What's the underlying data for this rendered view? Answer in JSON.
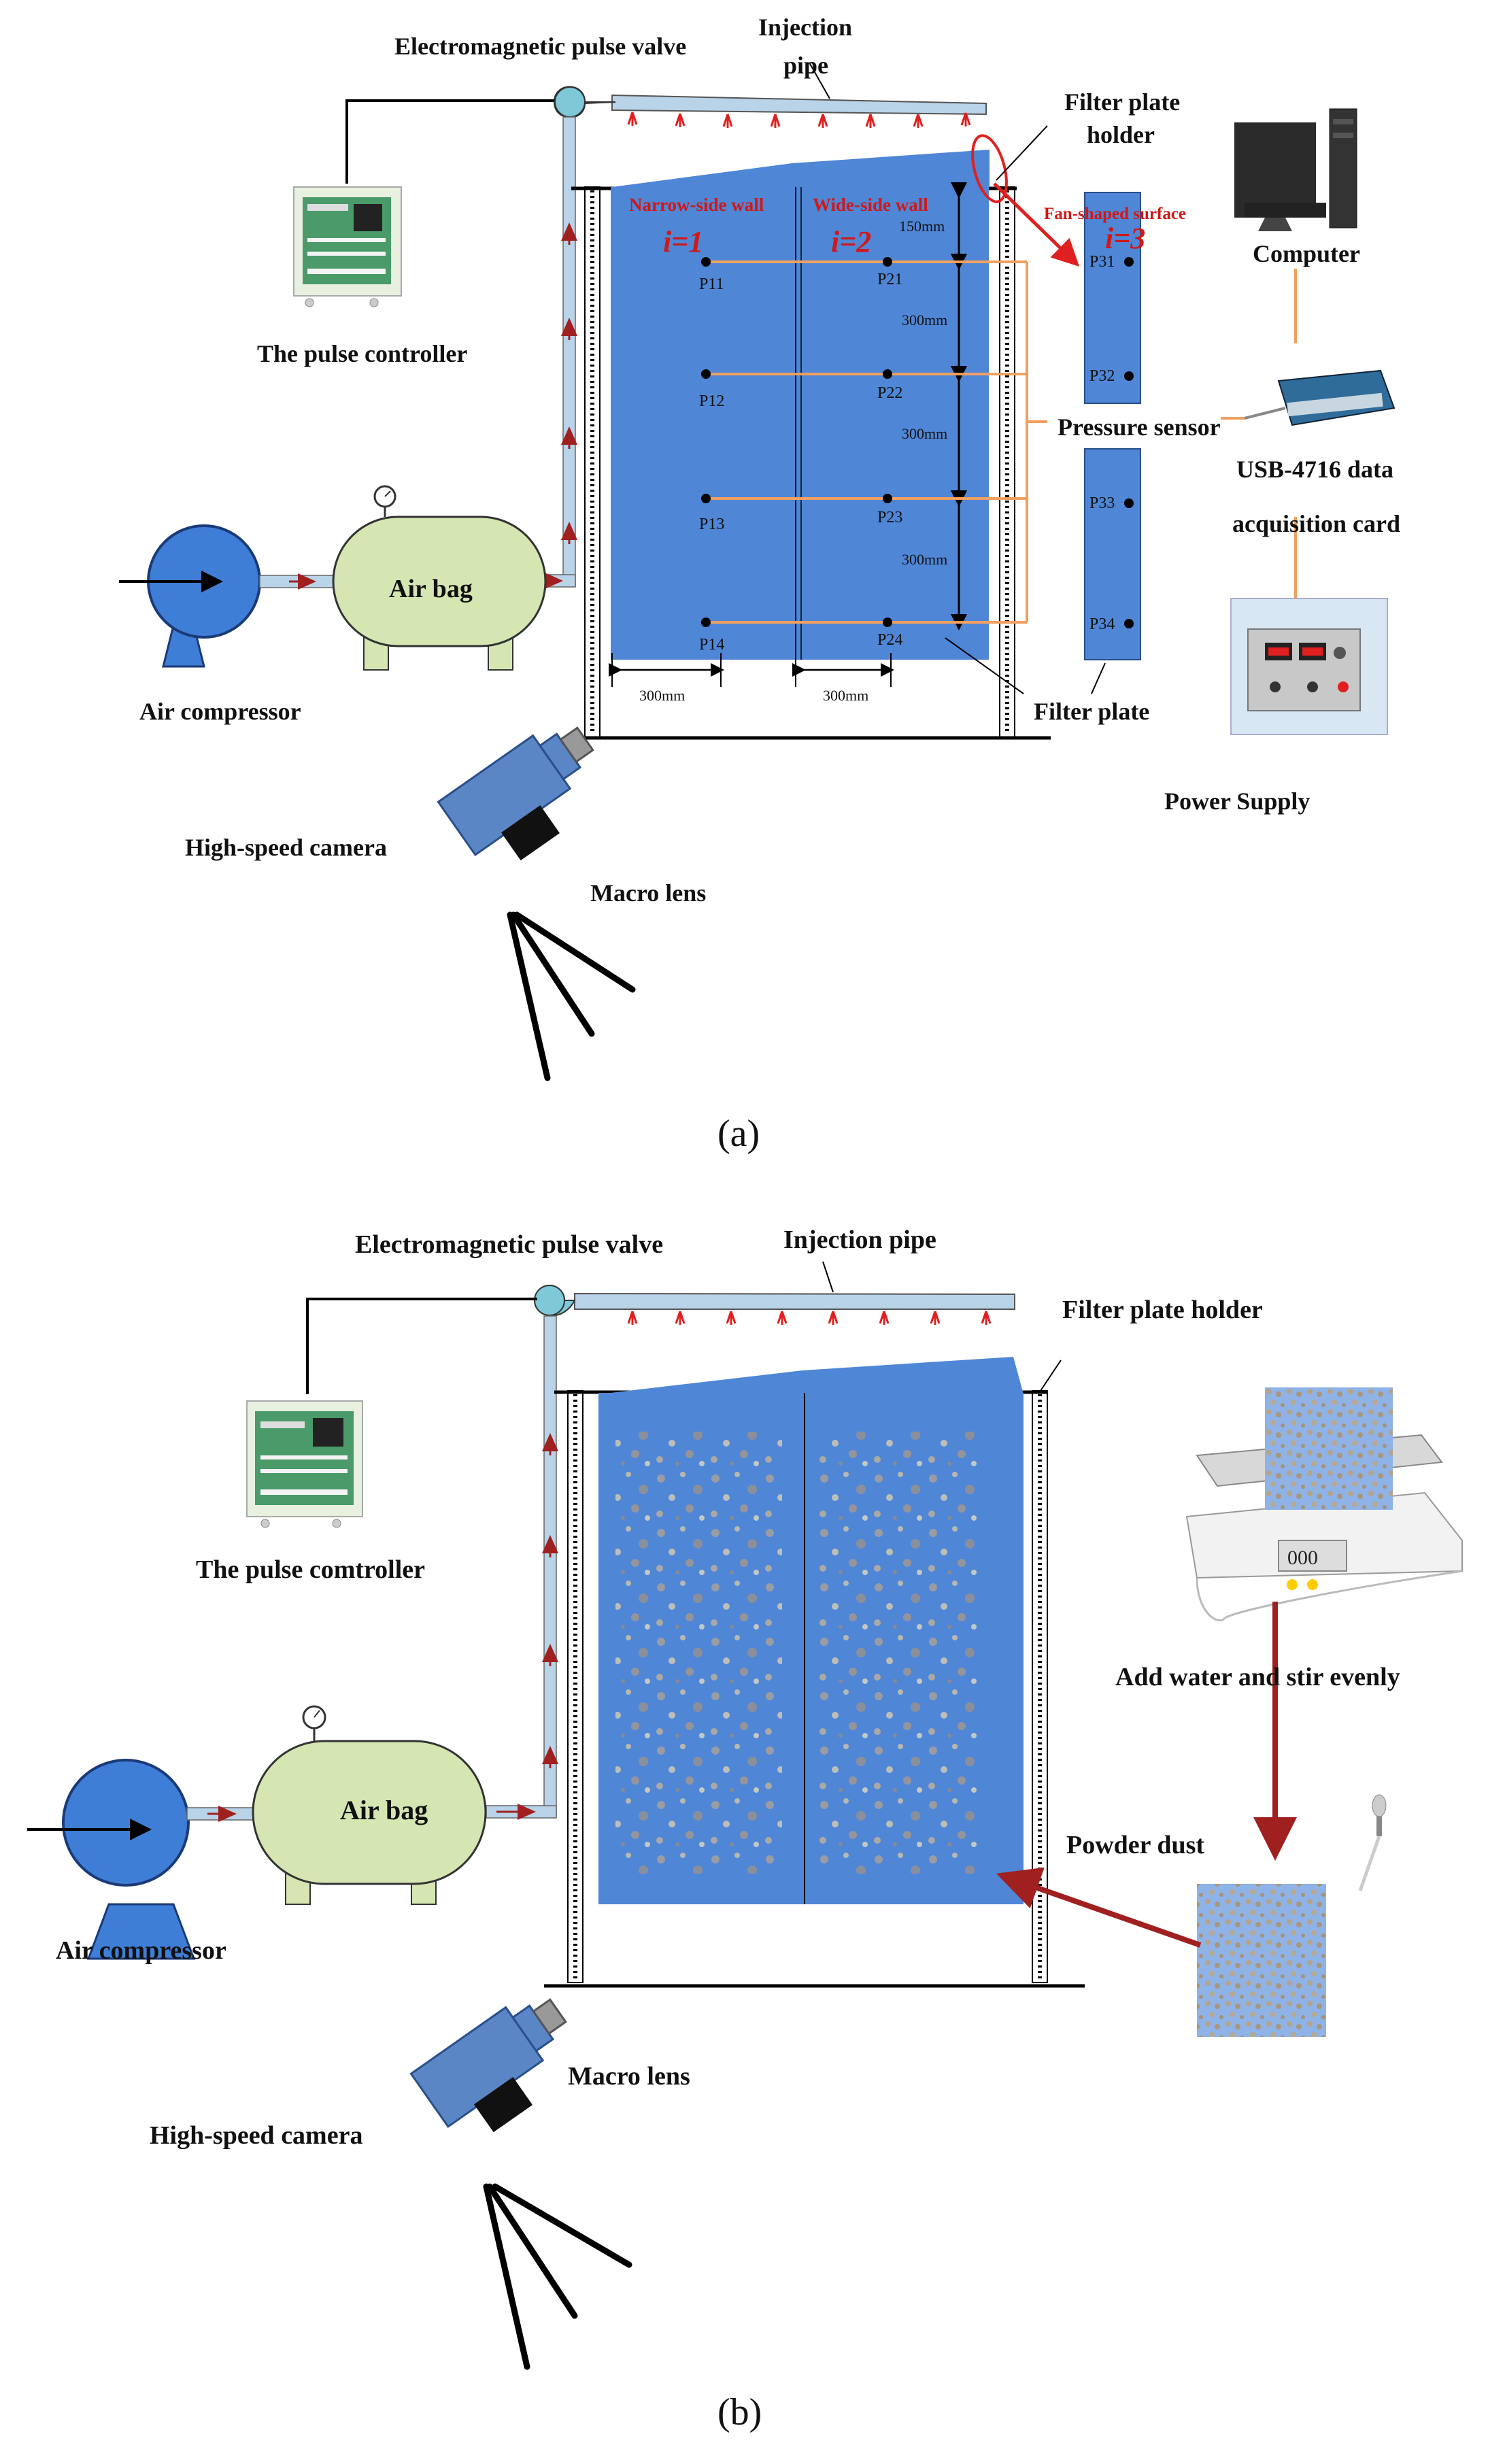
{
  "colors": {
    "panel_blue": "#4f86d6",
    "tank_green": "#d5e6b3",
    "compressor_blue": "#3f7ed6",
    "orange_line": "#f0a060",
    "red_label": "#d01818",
    "arrow_red": "#a02020",
    "camera_blue": "#5a86c6",
    "camera_black": "#111111",
    "nozzle_red": "#e02020"
  },
  "panel_a": {
    "label": "(a)",
    "valve_label": "Electromagnetic pulse valve",
    "injection_pipe": [
      "Injection",
      "pipe"
    ],
    "holder_label": [
      "Filter plate",
      "holder"
    ],
    "pulse_controller": "The pulse controller",
    "air_bag": "Air bag",
    "air_compressor": "Air compressor",
    "high_speed_camera": "High-speed camera",
    "macro_lens": "Macro lens",
    "computer": "Computer",
    "pressure_sensor": "Pressure sensor",
    "daq_card": [
      "USB-4716 data",
      "acquisition card"
    ],
    "power_supply": "Power Supply",
    "filter_plate": "Filter plate",
    "fan_surface": "Fan-shaped surface",
    "narrow_wall": "Narrow-side wall",
    "wide_wall": "Wide-side wall",
    "i1": "i=1",
    "i2": "i=2",
    "i3": "i=3",
    "dims": {
      "d150": "150mm",
      "d300a": "300mm",
      "d300b": "300mm",
      "d300c": "300mm",
      "w300a": "300mm",
      "w300b": "300mm"
    },
    "points": {
      "p11": "P11",
      "p12": "P12",
      "p13": "P13",
      "p14": "P14",
      "p21": "P21",
      "p22": "P22",
      "p23": "P23",
      "p24": "P24",
      "p31": "P31",
      "p32": "P32",
      "p33": "P33",
      "p34": "P34"
    }
  },
  "panel_b": {
    "label": "(b)",
    "valve_label": "Electromagnetic pulse valve",
    "injection_pipe": "Injection pipe",
    "holder_label": "Filter plate holder",
    "pulse_controller": "The pulse comtroller",
    "air_bag": "Air bag",
    "air_compressor": "Air compressor",
    "macro_lens": "Macro lens",
    "high_speed_camera": "High-speed camera",
    "add_water": "Add water and stir evenly",
    "powder_dust": "Powder dust",
    "scale_display": "000"
  }
}
